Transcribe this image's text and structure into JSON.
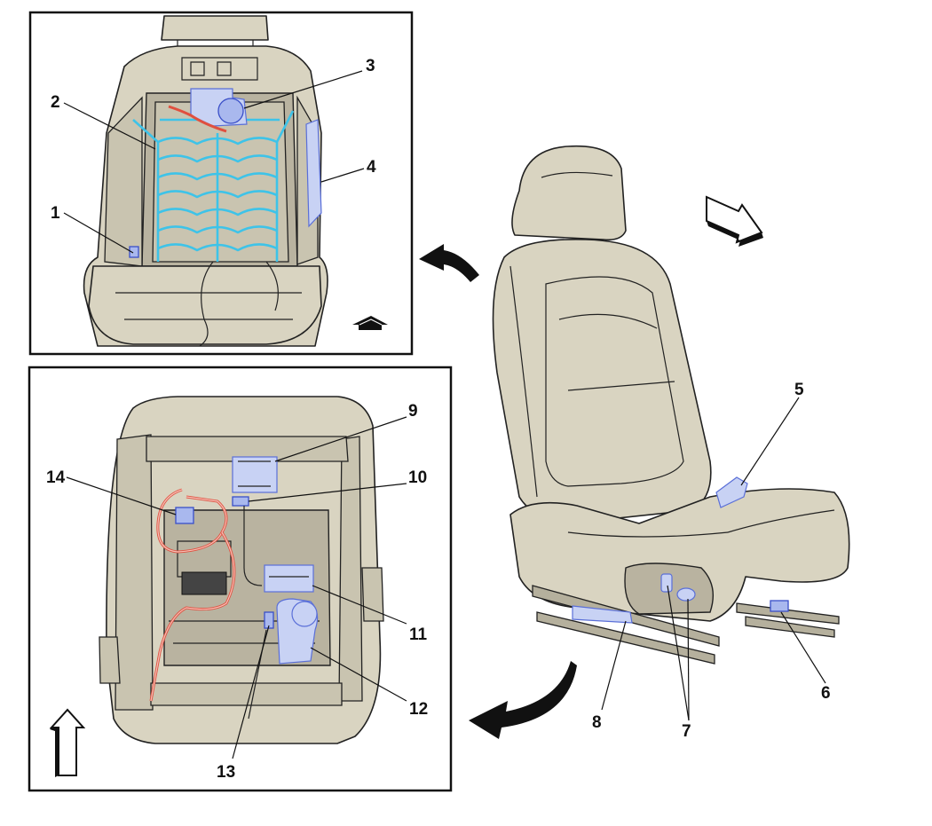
{
  "diagram": {
    "callouts": {
      "c1": "1",
      "c2": "2",
      "c3": "3",
      "c4": "4",
      "c5": "5",
      "c6": "6",
      "c7": "7",
      "c8": "8",
      "c9": "9",
      "c10": "10",
      "c11": "11",
      "c12": "12",
      "c13": "13",
      "c14": "14"
    },
    "colors": {
      "heater_element": "#3ec3e8",
      "highlighted_component": "#a9b8ee",
      "wiring_harness": "#e0503f",
      "seat_trim": "#d9d4c1"
    },
    "icons": [
      "forward-direction-icon",
      "view-direction-icon",
      "up-arrow-icon",
      "curved-view-arrow-icon"
    ]
  }
}
